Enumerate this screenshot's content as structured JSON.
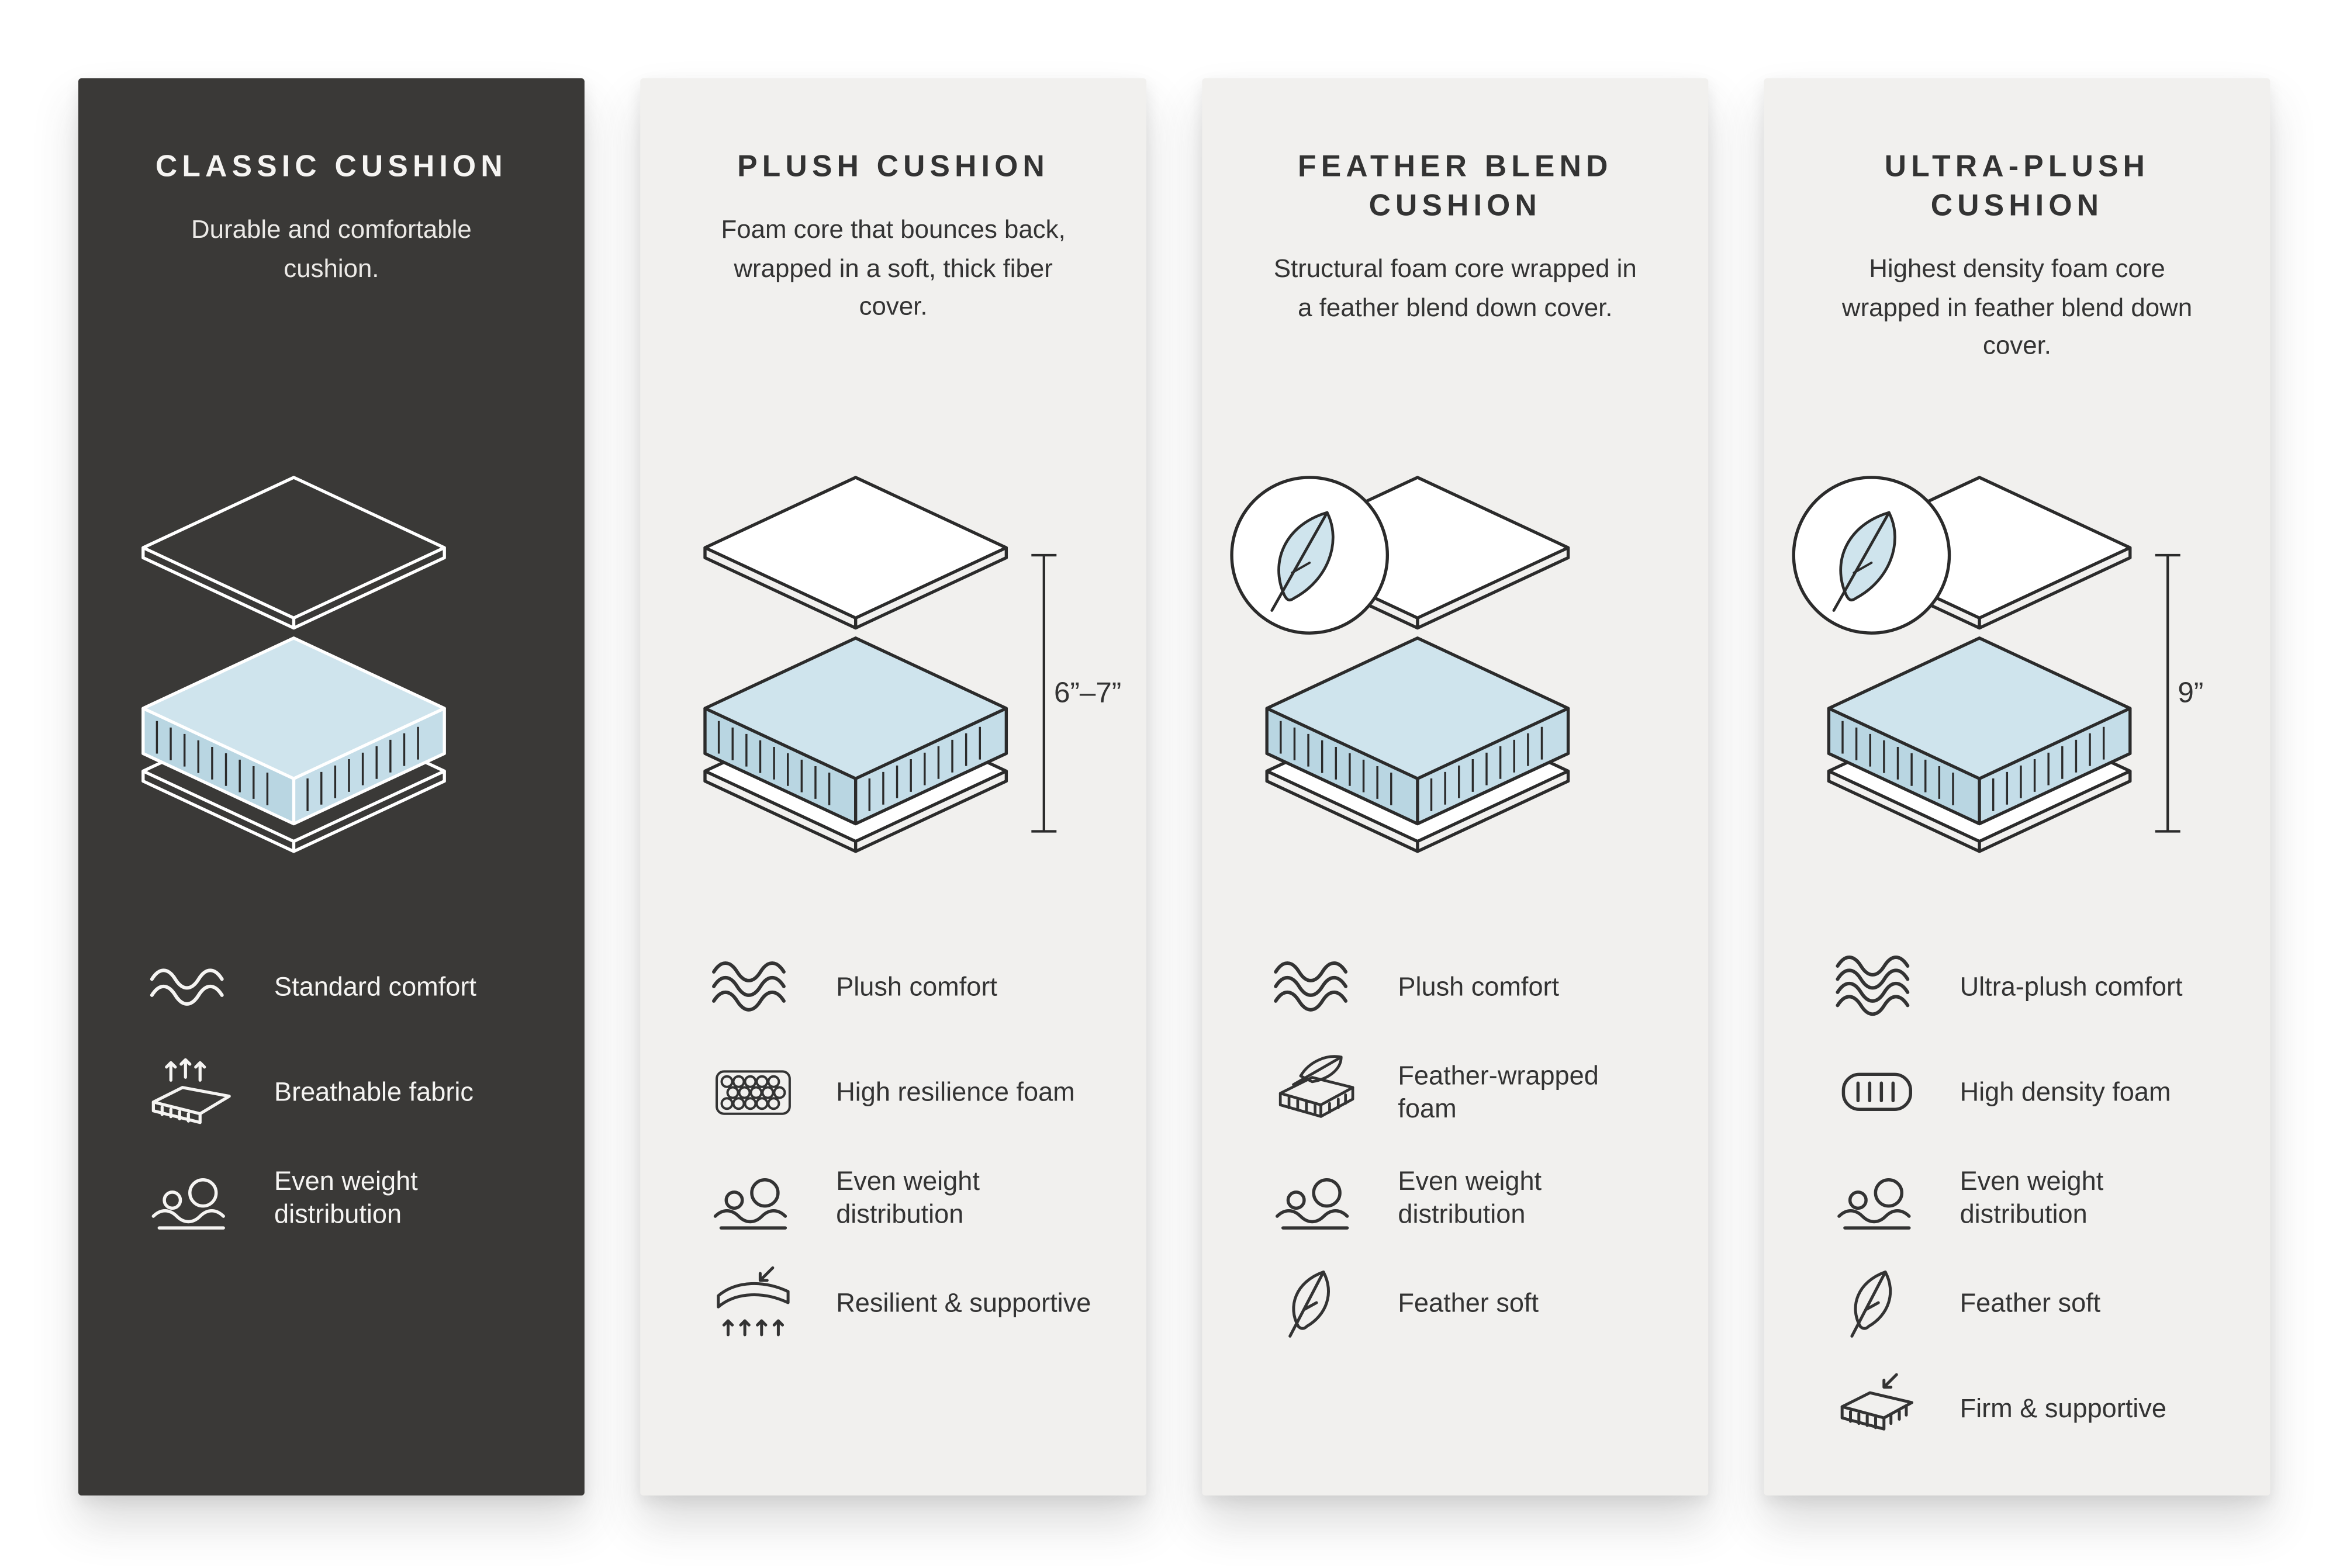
{
  "page": {
    "background": "#ffffff"
  },
  "colors": {
    "dark_panel_bg": "#3a3937",
    "light_panel_bg": "#f1f0ee",
    "dark_text": "#333333",
    "light_text": "#f5f4f2",
    "outline": "#2b2b2b",
    "foam_top": "#cfe4ed",
    "foam_left": "#b9d6e2",
    "foam_right": "#c4dde8"
  },
  "panels": [
    {
      "id": "classic-cushion",
      "theme": "dark",
      "title": "CLASSIC CUSHION",
      "description": "Durable and comfortable cushion.",
      "illustration": {
        "badge_icon": null,
        "dimension": null
      },
      "features": [
        {
          "icon": "standard-comfort-waves-icon",
          "label": "Standard comfort"
        },
        {
          "icon": "breathable-fabric-icon",
          "label": "Breathable fabric"
        },
        {
          "icon": "even-weight-distribution-icon",
          "label": "Even weight distribution"
        }
      ]
    },
    {
      "id": "plush-cushion",
      "theme": "light",
      "title": "PLUSH CUSHION",
      "description": "Foam core that bounces back, wrapped in a soft, thick fiber cover.",
      "illustration": {
        "badge_icon": null,
        "dimension": "6”–7”"
      },
      "features": [
        {
          "icon": "plush-comfort-waves-icon",
          "label": "Plush comfort"
        },
        {
          "icon": "high-resilience-foam-icon",
          "label": "High resilience foam"
        },
        {
          "icon": "even-weight-distribution-icon",
          "label": "Even weight distribution"
        },
        {
          "icon": "resilient-supportive-icon",
          "label": "Resilient & supportive"
        }
      ]
    },
    {
      "id": "feather-blend-cushion",
      "theme": "light",
      "title": "FEATHER BLEND CUSHION",
      "description": "Structural foam core wrapped in a feather blend down cover.",
      "illustration": {
        "badge_icon": "feather-badge-icon",
        "dimension": null
      },
      "features": [
        {
          "icon": "plush-comfort-waves-icon",
          "label": "Plush comfort"
        },
        {
          "icon": "feather-wrapped-foam-icon",
          "label": "Feather-wrapped foam"
        },
        {
          "icon": "even-weight-distribution-icon",
          "label": "Even weight distribution"
        },
        {
          "icon": "feather-soft-icon",
          "label": "Feather soft"
        }
      ]
    },
    {
      "id": "ultra-plush-cushion",
      "theme": "light",
      "title": "ULTRA-PLUSH CUSHION",
      "description": "Highest density foam core wrapped in feather blend down cover.",
      "illustration": {
        "badge_icon": "feather-badge-icon",
        "dimension": "9”"
      },
      "features": [
        {
          "icon": "ultra-plush-comfort-waves-icon",
          "label": "Ultra-plush comfort"
        },
        {
          "icon": "high-density-foam-icon",
          "label": "High density foam"
        },
        {
          "icon": "even-weight-distribution-icon",
          "label": "Even weight distribution"
        },
        {
          "icon": "feather-soft-icon",
          "label": "Feather soft"
        },
        {
          "icon": "firm-supportive-icon",
          "label": "Firm & supportive"
        }
      ]
    }
  ]
}
